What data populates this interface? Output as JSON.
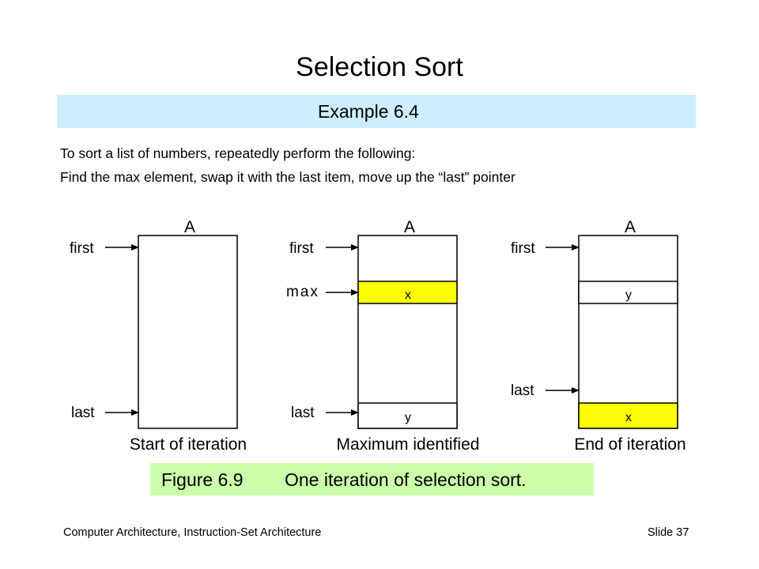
{
  "slide": {
    "title": "Selection Sort",
    "example_label": "Example 6.4",
    "description_line1": "To sort a list of numbers, repeatedly perform the following:",
    "description_line2": "Find the max element, swap it with the last item, move up the “last” pointer"
  },
  "figure": {
    "array_label": "A",
    "pointer_labels": {
      "first": "first",
      "max": "max",
      "last": "last"
    },
    "cell_labels": {
      "x": "x",
      "y": "y"
    },
    "highlight_color": "#ffff00",
    "panels": [
      {
        "caption": "Start of iteration"
      },
      {
        "caption": "Maximum identified"
      },
      {
        "caption": "End of iteration"
      }
    ],
    "caption_number": "Figure 6.9",
    "caption_text": "One iteration of selection sort."
  },
  "colors": {
    "example_bar": "#cceeff",
    "caption_box": "#ccffaa"
  },
  "footer": {
    "left": "Computer Architecture, Instruction-Set Architecture",
    "right": "Slide 37"
  }
}
